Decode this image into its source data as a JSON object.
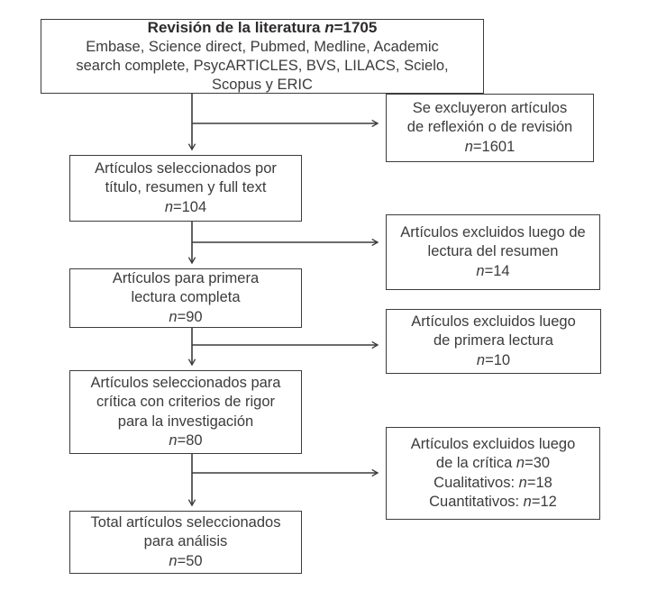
{
  "diagram": {
    "type": "flowchart",
    "language": "es",
    "colors": {
      "background": "#ffffff",
      "border": "#3c3c3c",
      "text": "#3d3b3c",
      "line": "#3b3b3b"
    },
    "title_box": {
      "title": "Revisión de la literatura n=1705",
      "lines": [
        "Embase, Science direct, Pubmed, Medline, Academic",
        "search complete, PsycARTICLES, BVS, LILACS, Scielo,",
        "Scopus y ERIC"
      ]
    },
    "main_boxes": [
      {
        "id": "selected-by-title",
        "lines": [
          "Artículos seleccionados por",
          "título, resumen y full text",
          "n=104"
        ]
      },
      {
        "id": "first-full-read",
        "lines": [
          "Artículos para primera",
          "lectura completa",
          "n=90"
        ]
      },
      {
        "id": "critique-rigor",
        "lines": [
          "Artículos seleccionados para",
          "crítica con criterios de rigor",
          "para la investigación",
          "n=80"
        ]
      },
      {
        "id": "total-selected",
        "lines": [
          "Total artículos seleccionados",
          "para análisis",
          "n=50"
        ]
      }
    ],
    "exclusion_boxes": [
      {
        "id": "excluded-reflection-review",
        "lines": [
          "Se excluyeron artículos",
          "de reflexión o de revisión",
          "n=1601"
        ]
      },
      {
        "id": "excluded-after-abstract",
        "lines": [
          "Artículos excluidos luego de",
          "lectura del resumen",
          "n=14"
        ]
      },
      {
        "id": "excluded-after-first-read",
        "lines": [
          "Artículos excluidos luego",
          "de primera lectura",
          "n=10"
        ]
      },
      {
        "id": "excluded-after-critique",
        "lines": [
          "Artículos excluidos luego",
          "de la crítica n=30",
          "Cualitativos: n=18",
          "Cuantitativos: n=12"
        ]
      }
    ]
  }
}
